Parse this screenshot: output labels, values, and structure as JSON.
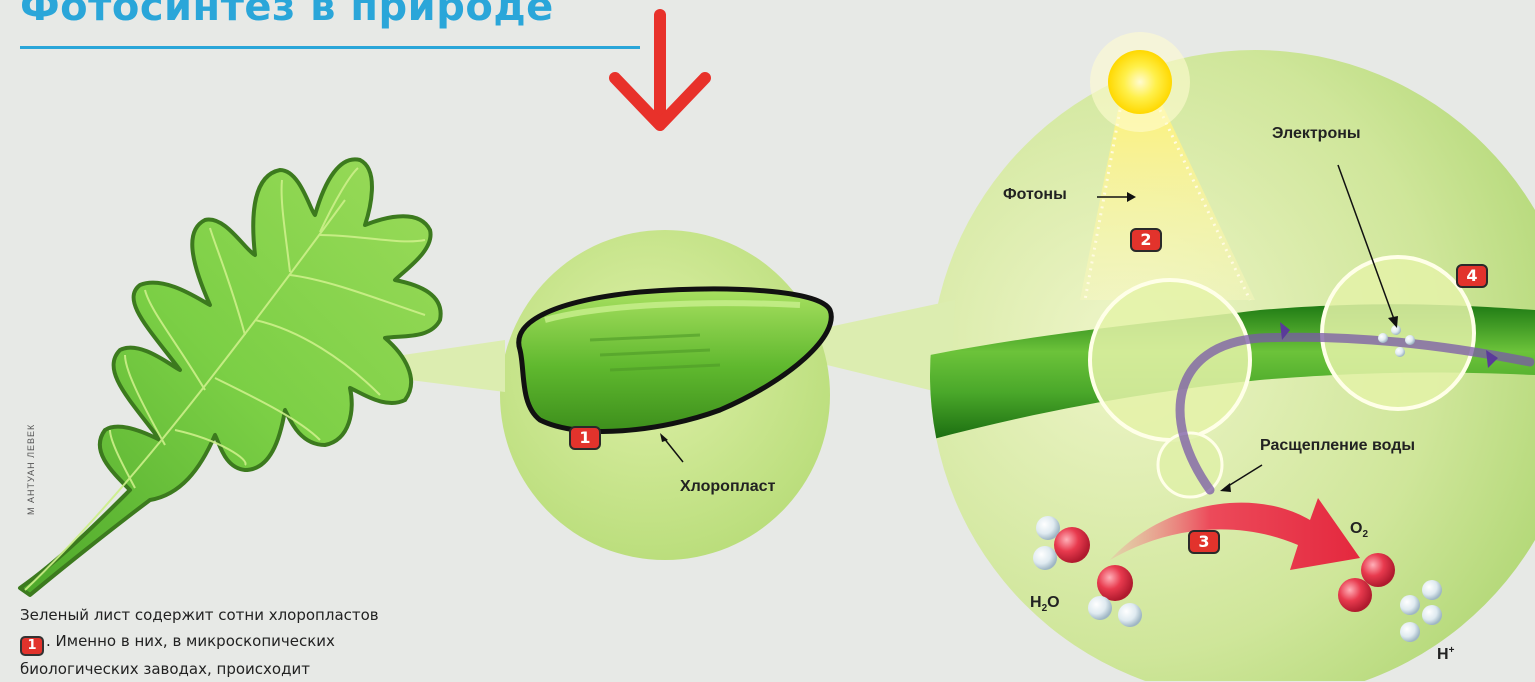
{
  "header": {
    "title": "Фотосинтез в природе"
  },
  "credit": "М АНТУАН ЛЕВЕК",
  "labels": {
    "chloroplast": "Хлоропласт",
    "photons": "Фотоны",
    "electrons": "Электроны",
    "water_splitting": "Расщепление воды",
    "water": {
      "base1": "H",
      "sub": "2",
      "base2": "O"
    },
    "oxygen": {
      "base": "O",
      "sub": "2"
    },
    "proton": {
      "base": "H",
      "sup": "+"
    }
  },
  "badges": {
    "b1": "1",
    "b2": "2",
    "b3": "3",
    "b4": "4"
  },
  "caption": {
    "line1": "Зеленый лист содержит сотни хлоропластов",
    "badge": "1",
    "line2": ". Именно в них, в микроскопических",
    "line3": "биологических заводах, происходит"
  },
  "colors": {
    "title": "#2aa6d9",
    "badge": "#e2332c",
    "leaf": "#6cc43a",
    "arrow_red": "#e8312a",
    "membrane": "#2e9a24",
    "electron_path": "#7a4fa0"
  },
  "icons": {
    "down_arrow": "red-down-arrow-icon",
    "sun": "sun-icon"
  }
}
